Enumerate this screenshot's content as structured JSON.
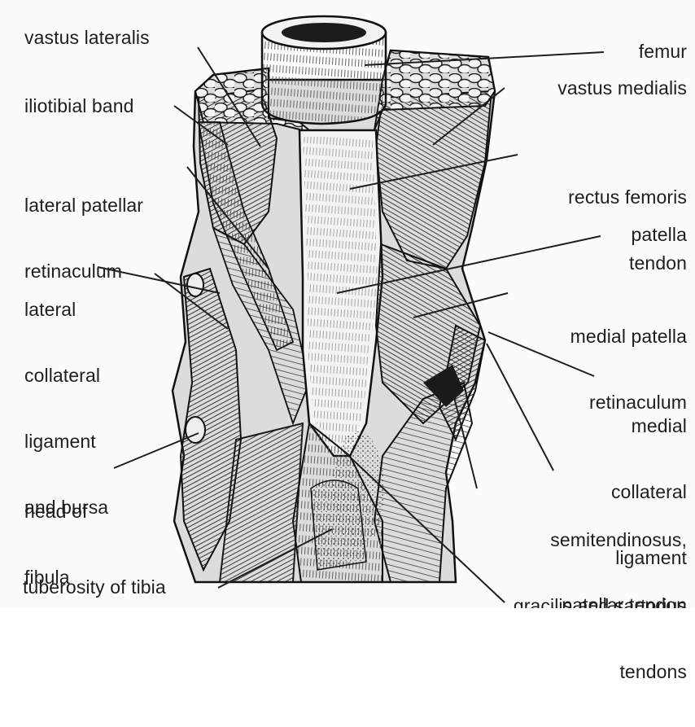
{
  "diagram": {
    "labels": {
      "vastus_lateralis": "vastus lateralis",
      "iliotibial_band": "iliotibial band",
      "lateral_patellar_retinaculum": [
        "lateral patellar",
        "retinaculum"
      ],
      "lateral_collateral": [
        "lateral",
        "collateral",
        "ligament",
        "and bursa"
      ],
      "head_of_fibula": [
        "head of",
        "fibula"
      ],
      "tuberosity_of_tibia": "tuberosity of tibia",
      "femur": "femur",
      "vastus_medialis": "vastus medialis",
      "rectus_femoris_tendon": [
        "rectus femoris",
        "tendon"
      ],
      "patella": "patella",
      "medial_patella_retinaculum": [
        "medial patella",
        "retinaculum"
      ],
      "medial_collateral_ligament": [
        "medial",
        "collateral",
        "ligament"
      ],
      "semitendinosus": [
        "semitendinosus,",
        "gracilis and sartorius",
        "tendons"
      ],
      "patellar_tendon": "patellar tendon"
    },
    "colors": {
      "ink": "#1e1e1e",
      "paper": "#fbfbfb",
      "shade": "#3a3a3a"
    }
  }
}
